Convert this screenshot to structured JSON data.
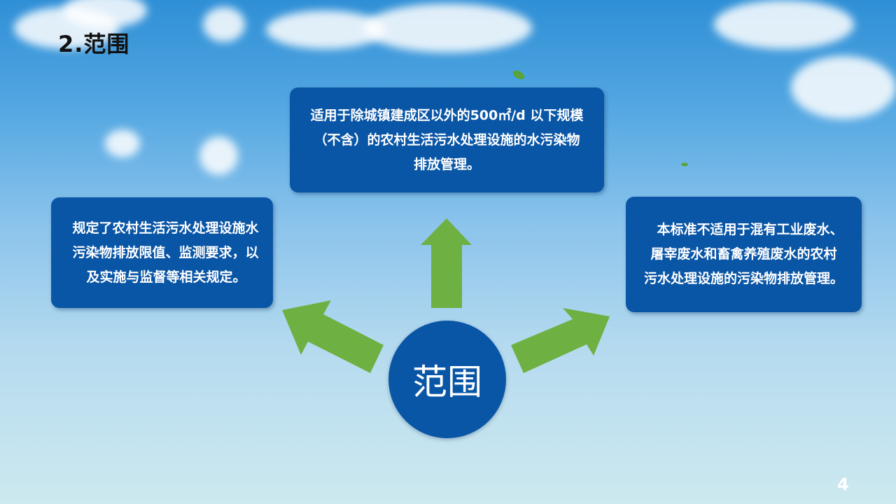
{
  "slide": {
    "title": "2.范围",
    "center_label": "范围",
    "page_number": "4"
  },
  "boxes": {
    "top": {
      "lines": [
        "适用于除城镇建成区以外的500㎡/d 以下规模",
        "（不含）的农村生活污水处理设施的水污染物",
        "排放管理。"
      ]
    },
    "left": {
      "lines": [
        "规定了农村生活污水处理设施水",
        "污染物排放限值、监测要求，以",
        "及实施与监督等相关规定。"
      ]
    },
    "right": {
      "lines": [
        "本标准不适用于混有工业废水、",
        "屠宰废水和畜禽养殖废水的农村",
        "污水处理设施的污染物排放管理。"
      ]
    }
  },
  "colors": {
    "box_fill": "#0a56a6",
    "arrow_fill": "#6fb043",
    "title_text": "#111111"
  }
}
